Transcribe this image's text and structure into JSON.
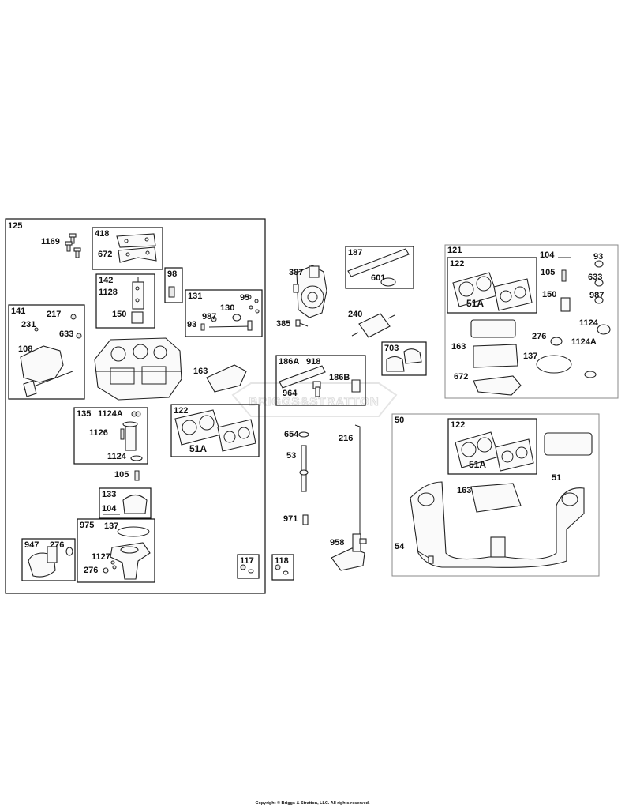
{
  "labels": {
    "l125": "125",
    "l1169": "1169",
    "l418": "418",
    "l672a": "672",
    "l142": "142",
    "l1128": "1128",
    "l150a": "150",
    "l98": "98",
    "l131": "131",
    "l95": "95",
    "l130": "130",
    "l987a": "987",
    "l93a": "93",
    "l141": "141",
    "l217": "217",
    "l231": "231",
    "l633a": "633",
    "l108": "108",
    "l163a": "163",
    "l135": "135",
    "l1124Aa": "1124A",
    "l1126": "1126",
    "l1124a": "1124",
    "l122a": "122",
    "l51Aa": "51A",
    "l105a": "105",
    "l133": "133",
    "l104a": "104",
    "l975": "975",
    "l137a": "137",
    "l947": "947",
    "l276a": "276",
    "l1127": "1127",
    "l276b": "276",
    "l117": "117",
    "l387": "387",
    "l385": "385",
    "l187": "187",
    "l601": "601",
    "l240": "240",
    "l186A": "186A",
    "l918": "918",
    "l186B": "186B",
    "l964": "964",
    "l703": "703",
    "l654": "654",
    "l53": "53",
    "l216": "216",
    "l971": "971",
    "l958": "958",
    "l118": "118",
    "l121": "121",
    "l104b": "104",
    "l93b": "93",
    "l122b": "122",
    "l105b": "105",
    "l633b": "633",
    "l51Ab": "51A",
    "l150b": "150",
    "l987b": "987",
    "l1124b": "1124",
    "l163b": "163",
    "l276c": "276",
    "l1124Ab": "1124A",
    "l137b": "137",
    "l672b": "672",
    "l50": "50",
    "l122c": "122",
    "l51Ac": "51A",
    "l163c": "163",
    "l51": "51",
    "l54": "54"
  },
  "watermark": "BRIGGS&STRATTON",
  "copyright": "Copyright © Briggs & Stratton, LLC. All rights reserved."
}
